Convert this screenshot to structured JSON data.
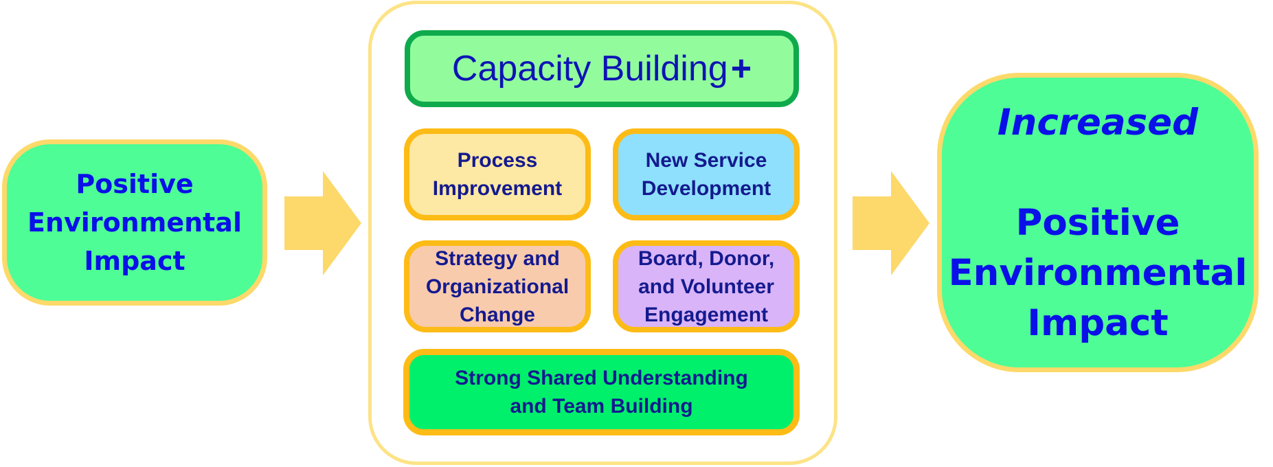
{
  "left_box": {
    "text": "Positive\nEnvironmental\nImpact"
  },
  "capacity": {
    "title": "Capacity Building",
    "plus": "+"
  },
  "components": {
    "process": "Process\nImprovement",
    "new_service": "New Service\nDevelopment",
    "strategy": "Strategy and\nOrganizational\nChange",
    "board": "Board, Donor,\nand Volunteer\nEngagement",
    "shared": "Strong Shared Understanding\nand Team Building"
  },
  "right_box": {
    "line1": "Increased",
    "rest": "Positive\nEnvironmental\nImpact"
  },
  "colors": {
    "outcome_fill": "#4efd95",
    "outcome_text": "#0a10e8",
    "outline_yellow": "#fcd96a",
    "arrow": "#fdd86a",
    "capacity_fill": "#92fc9d",
    "capacity_border": "#0faa4c",
    "component_border": "#fdbb16",
    "process_fill": "#fde8a4",
    "service_fill": "#8ee0fc",
    "strategy_fill": "#f8cbad",
    "board_fill": "#d9b4f8",
    "shared_fill": "#00f06c"
  }
}
